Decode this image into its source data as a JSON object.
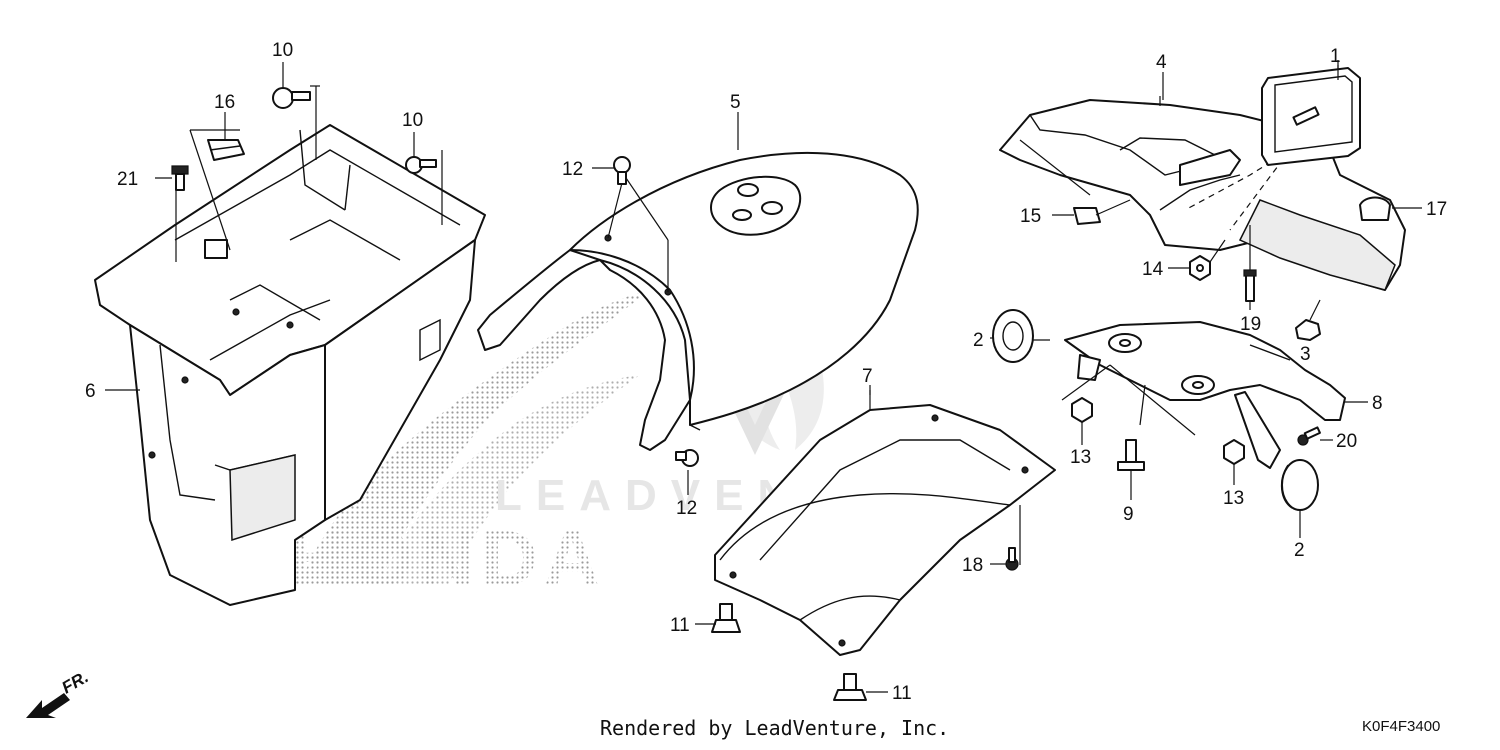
{
  "diagram": {
    "callouts": {
      "c1": "1",
      "c2a": "2",
      "c2b": "2",
      "c3": "3",
      "c4": "4",
      "c5": "5",
      "c6": "6",
      "c7": "7",
      "c8": "8",
      "c9": "9",
      "c10a": "10",
      "c10b": "10",
      "c11a": "11",
      "c11b": "11",
      "c12a": "12",
      "c12b": "12",
      "c13a": "13",
      "c13b": "13",
      "c14": "14",
      "c15": "15",
      "c16": "16",
      "c17": "17",
      "c18": "18",
      "c19": "19",
      "c20": "20",
      "c21": "21"
    },
    "watermark": "LEADVENTURE",
    "logo_text": "HONDA",
    "front_indicator": "FR.",
    "footer_credit": "Rendered by LeadVenture, Inc.",
    "diagram_code": "K0F4F3400"
  }
}
